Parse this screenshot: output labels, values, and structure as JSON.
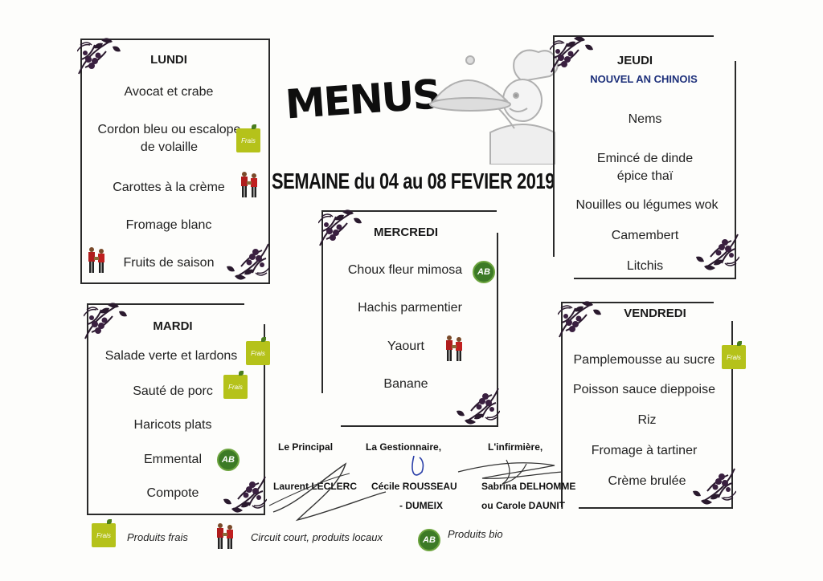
{
  "header": {
    "title": "MENUS",
    "week": "SEMAINE du 04 au 08 FEVIER 2019"
  },
  "days": {
    "lundi": {
      "name": "LUNDI",
      "dishes": [
        "Avocat et crabe",
        "Cordon bleu ou escalope de volaille",
        "Carottes à la crème",
        "Fromage blanc",
        "Fruits de saison"
      ]
    },
    "mardi": {
      "name": "MARDI",
      "dishes": [
        "Salade verte et lardons",
        "Sauté de porc",
        "Haricots plats",
        "Emmental",
        "Compote"
      ]
    },
    "mercredi": {
      "name": "MERCREDI",
      "dishes": [
        "Choux fleur mimosa",
        "Hachis parmentier",
        "Yaourt",
        "Banane"
      ]
    },
    "jeudi": {
      "name": "JEUDI",
      "subtitle": "NOUVEL AN CHINOIS",
      "dishes": [
        "Nems",
        "Emincé de dinde épice thaï",
        "Nouilles ou légumes wok",
        "Camembert",
        "Litchis"
      ]
    },
    "vendredi": {
      "name": "VENDREDI",
      "dishes": [
        "Pamplemousse au sucre",
        "Poisson sauce dieppoise",
        "Riz",
        "Fromage à tartiner",
        "Crème brulée"
      ]
    }
  },
  "signatures": {
    "principal_title": "Le Principal",
    "principal_name": "Laurent LECLERC",
    "gestionnaire_title": "La Gestionnaire,",
    "gestionnaire_name_1": "Cécile ROUSSEAU",
    "gestionnaire_name_2": "- DUMEIX",
    "infirmiere_title": "L'infirmière,",
    "infirmiere_name_1": "Sabrina DELHOMME",
    "infirmiere_name_2": "ou Carole DAUNIT"
  },
  "badges": {
    "frais": "Frais",
    "bio": "AB"
  },
  "legend": {
    "frais": "Produits frais",
    "local": "Circuit court, produits locaux",
    "bio": "Produits bio"
  },
  "colors": {
    "frais_badge": "#b5c21a",
    "bio_badge": "#3c7a26",
    "subtitle_blue": "#1c2f7a",
    "ornament": "#2a1a2e"
  }
}
